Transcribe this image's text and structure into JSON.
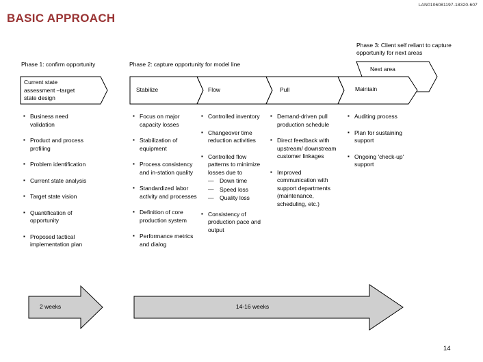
{
  "meta": {
    "doc_id": "LAN0106081197-18320-607",
    "page_number": "14"
  },
  "title": "BASIC APPROACH",
  "phases": {
    "phase1_label": "Phase 1: confirm opportunity",
    "phase2_label": "Phase 2: capture opportunity for model line",
    "phase3_label": "Phase 3: Client self reliant to capture opportunity for next areas",
    "next_area_label": "Next area"
  },
  "band": {
    "current_state": "Current state assessment –target state design",
    "stabilize": "Stabilize",
    "flow": "Flow",
    "pull": "Pull",
    "maintain": "Maintain"
  },
  "columns": [
    {
      "name": "phase1",
      "items": [
        "Business need validation",
        "Product and process profiling",
        "Problem identification",
        "Current state analysis",
        "Target state vision",
        "Quantification of opportunity",
        "Proposed tactical implementation plan"
      ]
    },
    {
      "name": "stabilize",
      "items": [
        "Focus on major capacity losses",
        "Stabilization of equipment",
        "Process consistency and in-station quality",
        "Standardized labor activity and processes",
        "Definition of core production system",
        "Performance metrics and dialog"
      ]
    },
    {
      "name": "flow",
      "items": [
        "Controlled inventory",
        "Changeover time reduction activities",
        "Controlled flow patterns to minimize losses due to"
      ],
      "sub_items": [
        "Down time",
        "Speed loss",
        "Quality loss"
      ],
      "items_after": [
        "Consistency of production pace and output"
      ]
    },
    {
      "name": "pull",
      "items": [
        "Demand-driven pull production schedule",
        "Direct feedback with upstream/ downstream customer linkages",
        "Improved communication with support departments (maintenance, scheduling, etc.)"
      ]
    },
    {
      "name": "maintain",
      "items": [
        "Auditing process",
        "Plan for sustaining support",
        "Ongoing 'check-up' support"
      ]
    }
  ],
  "timeline": {
    "arrow1_label": "2 weeks",
    "arrow2_label": "14-16 weeks"
  },
  "theme": {
    "title_color": "#993333",
    "arrow_fill": "#cfcfcf",
    "shape_fill": "#ffffff",
    "stroke": "#000000"
  }
}
